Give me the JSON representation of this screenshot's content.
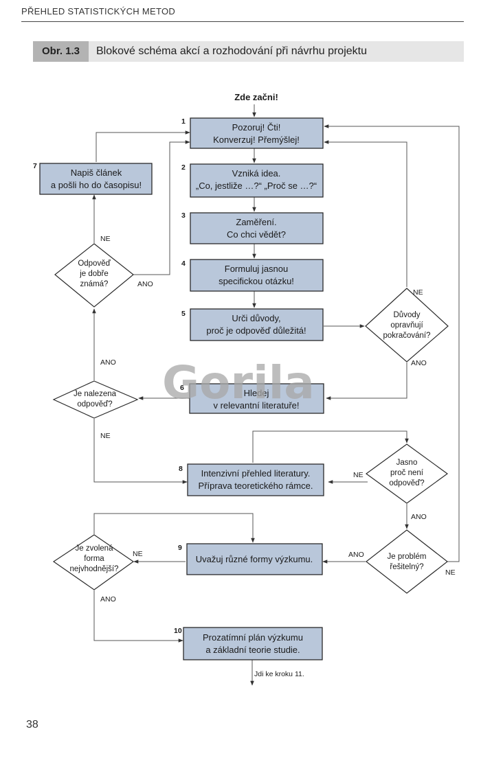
{
  "page": {
    "running_head": "PŘEHLED STATISTICKÝCH METOD",
    "figure_label": "Obr. 1.3",
    "figure_title": "Blokové schéma akcí a rozhodování při návrhu projektu",
    "page_number": "38",
    "watermark": "Gorila"
  },
  "diagram": {
    "start_label": "Zde začni!",
    "end_label": "Jdi ke kroku 11.",
    "steps": [
      {
        "num": "1",
        "lines": [
          "Pozoruj! Čti!",
          "Konverzuj! Přemýšlej!"
        ]
      },
      {
        "num": "2",
        "lines": [
          "Vzniká idea.",
          "„Co, jestliže …?“ „Proč se …?“"
        ]
      },
      {
        "num": "3",
        "lines": [
          "Zaměření.",
          "Co chci vědět?"
        ]
      },
      {
        "num": "4",
        "lines": [
          "Formuluj jasnou",
          "specifickou otázku!"
        ]
      },
      {
        "num": "5",
        "lines": [
          "Urči důvody,",
          "proč je odpověď důležitá!"
        ]
      },
      {
        "num": "6",
        "lines": [
          "Hledej",
          "v relevantní literatuře!"
        ]
      },
      {
        "num": "7",
        "lines": [
          "Napiš článek",
          "a pošli ho do časopisu!"
        ]
      },
      {
        "num": "8",
        "lines": [
          "Intenzivní přehled literatury.",
          "Příprava teoretického rámce."
        ]
      },
      {
        "num": "9",
        "lines": [
          "Uvažuj různé formy výzkumu."
        ]
      },
      {
        "num": "10",
        "lines": [
          "Prozatímní plán výzkumu",
          "a základní teorie studie."
        ]
      }
    ],
    "decisions": [
      {
        "id": "d_known",
        "lines": [
          "Odpověď",
          "je dobře",
          "známá?"
        ]
      },
      {
        "id": "d_reasons",
        "lines": [
          "Důvody",
          "opravňují",
          "pokračování?"
        ]
      },
      {
        "id": "d_found",
        "lines": [
          "Je nalezena",
          "odpověď?"
        ]
      },
      {
        "id": "d_clear",
        "lines": [
          "Jasno",
          "proč není",
          "odpověď?"
        ]
      },
      {
        "id": "d_solvable",
        "lines": [
          "Je problém",
          "řešitelný?"
        ]
      },
      {
        "id": "d_form",
        "lines": [
          "Je zvolená",
          "forma",
          "nejvhodnější?"
        ]
      }
    ],
    "branch_labels": {
      "yes": "ANO",
      "no": "NE"
    }
  }
}
